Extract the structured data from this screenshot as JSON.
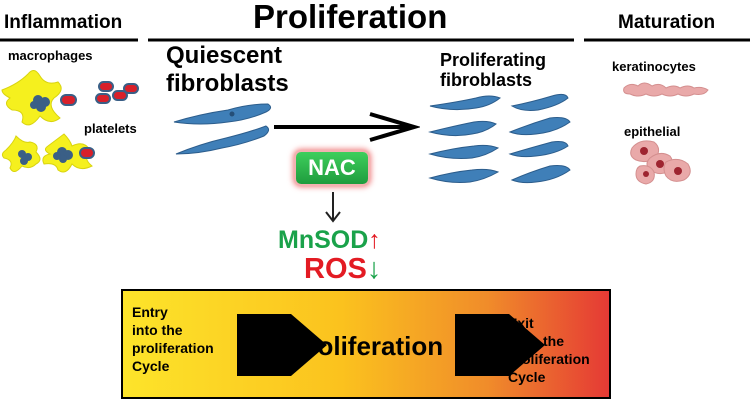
{
  "headers": {
    "inflammation": "Inflammation",
    "proliferation": "Proliferation",
    "maturation": "Maturation"
  },
  "inflammation": {
    "macrophages_label": "macrophages",
    "platelets_label": "platelets"
  },
  "proliferation": {
    "quiescent_label_line1": "Quiescent",
    "quiescent_label_line2": "fibroblasts",
    "proliferating_label_line1": "Proliferating",
    "proliferating_label_line2": "fibroblasts",
    "nac_label": "NAC",
    "mnsod_label": "MnSOD",
    "mnsod_arrow": "↑",
    "ros_label": "ROS",
    "ros_arrow": "↓"
  },
  "maturation": {
    "keratinocytes_label": "keratinocytes",
    "epithelial_label": "epithelial"
  },
  "cycle_bar": {
    "entry_line1": "Entry",
    "entry_line2": "into the",
    "entry_line3": "proliferation",
    "entry_line4": "Cycle",
    "center_label": "Proliferation",
    "exit_line1": "Exit",
    "exit_line2": "from the",
    "exit_line3": "proliferation",
    "exit_line4": "Cycle"
  },
  "colors": {
    "macrophage_yellow": "#f5f01e",
    "platelet_red": "#d8202a",
    "fibroblast_blue": "#3f7fb8",
    "nac_green": "#2bb04a",
    "mnsod_green": "#1aa24a",
    "ros_red": "#e31b23",
    "keratinocyte_pink": "#e9a9a9",
    "bar_gradient_start": "#fde42a",
    "bar_gradient_end": "#e53a35"
  }
}
